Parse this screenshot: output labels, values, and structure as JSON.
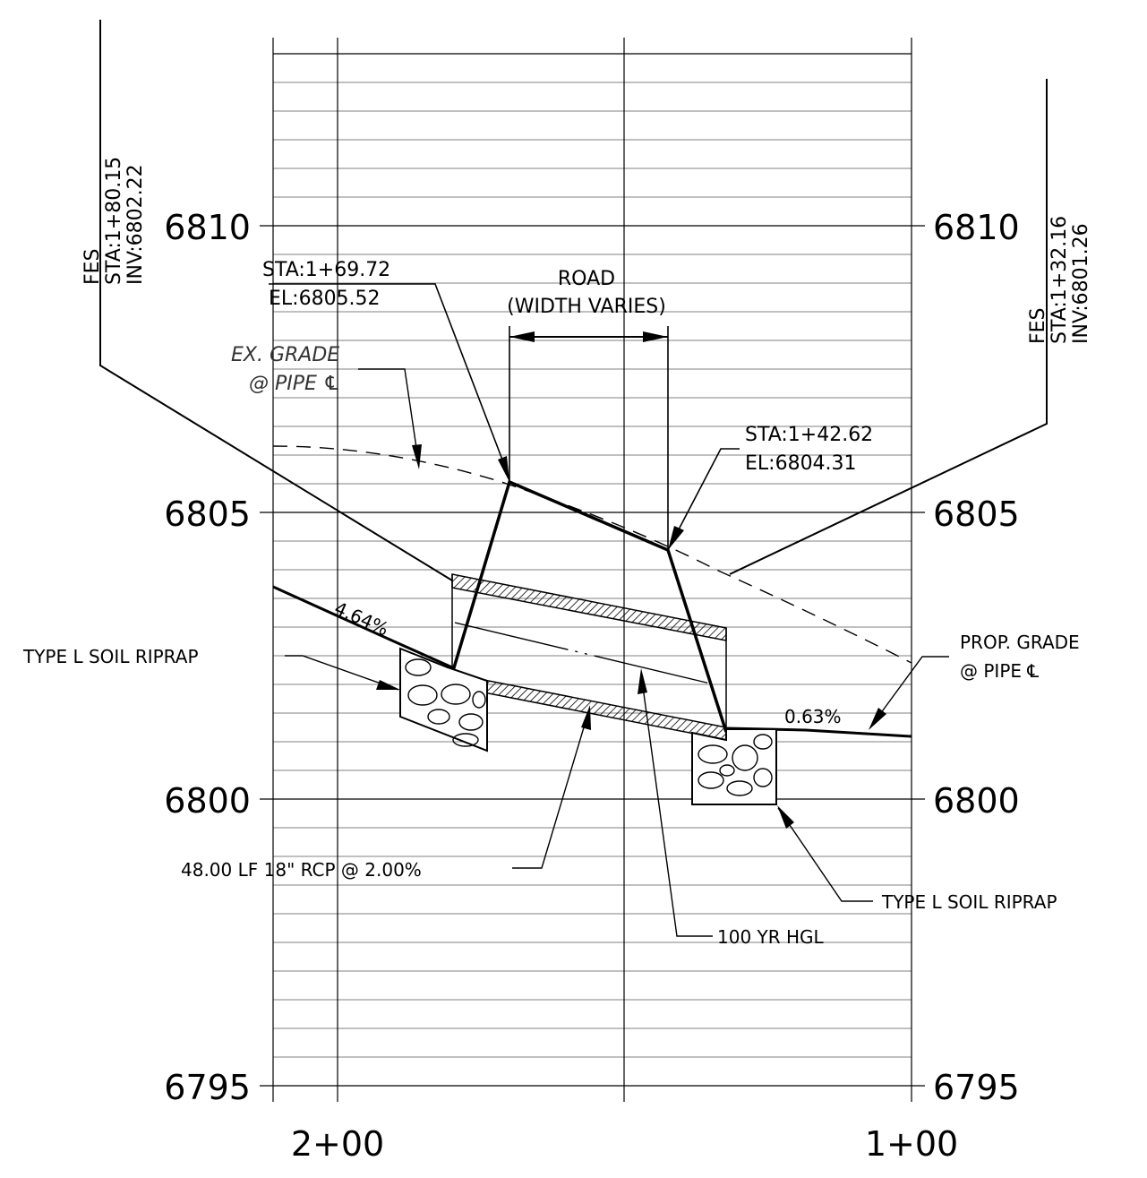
{
  "axis": {
    "elevations": [
      "6810",
      "6805",
      "6800",
      "6795"
    ],
    "stations": [
      "2+00",
      "1+00"
    ]
  },
  "labels": {
    "fes_left": {
      "title": "FES",
      "sta": "STA:1+80.15",
      "inv": "INV:6802.22"
    },
    "fes_right": {
      "title": "FES",
      "sta": "STA:1+32.16",
      "inv": "INV:6801.26"
    },
    "road_point_left": {
      "sta": "STA:1+69.72",
      "el": "EL:6805.52"
    },
    "road_point_right": {
      "sta": "STA:1+42.62",
      "el": "EL:6804.31"
    },
    "road": {
      "line1": "ROAD",
      "line2": "(WIDTH VARIES)"
    },
    "ex_grade": {
      "line1": "EX. GRADE",
      "line2": "@ PIPE ℄"
    },
    "prop_grade": {
      "line1": "PROP. GRADE",
      "line2": "@ PIPE ℄"
    },
    "slope_left": "4.64%",
    "slope_right": "0.63%",
    "riprap_left": "TYPE L SOIL RIPRAP",
    "riprap_right": "TYPE L SOIL RIPRAP",
    "pipe": "48.00 LF 18\" RCP @ 2.00%",
    "hgl": "100 YR HGL"
  }
}
